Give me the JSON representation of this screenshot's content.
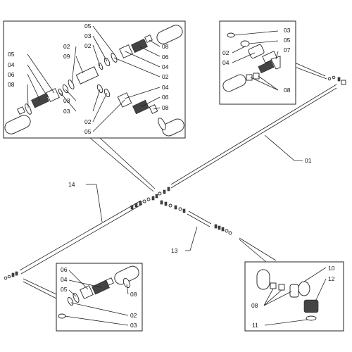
{
  "callouts": {
    "top_left": {
      "c05a": "05",
      "c03a": "03",
      "c02a": "02",
      "c08a": "08",
      "c06a": "06",
      "c05b": "05",
      "c04a": "04",
      "c02b": "02",
      "c09": "09",
      "c06b": "06",
      "c04b": "04",
      "c08b": "08",
      "c04c": "04",
      "c02c": "02",
      "c06c": "06",
      "c03b": "03",
      "c03c": "03",
      "c02d": "02",
      "c08c": "08",
      "c05c": "05"
    },
    "top_right": {
      "c03": "03",
      "c05": "05",
      "c02": "02",
      "c04": "04",
      "c07": "07",
      "c08": "08"
    },
    "main": {
      "c01": "01",
      "c14": "14",
      "c13": "13"
    },
    "bottom_left": {
      "c06": "06",
      "c04": "04",
      "c05": "05",
      "c08": "08",
      "c02": "02",
      "c03": "03"
    },
    "bottom_right": {
      "c10": "10",
      "c12": "12",
      "c08": "08",
      "c11": "11"
    }
  }
}
